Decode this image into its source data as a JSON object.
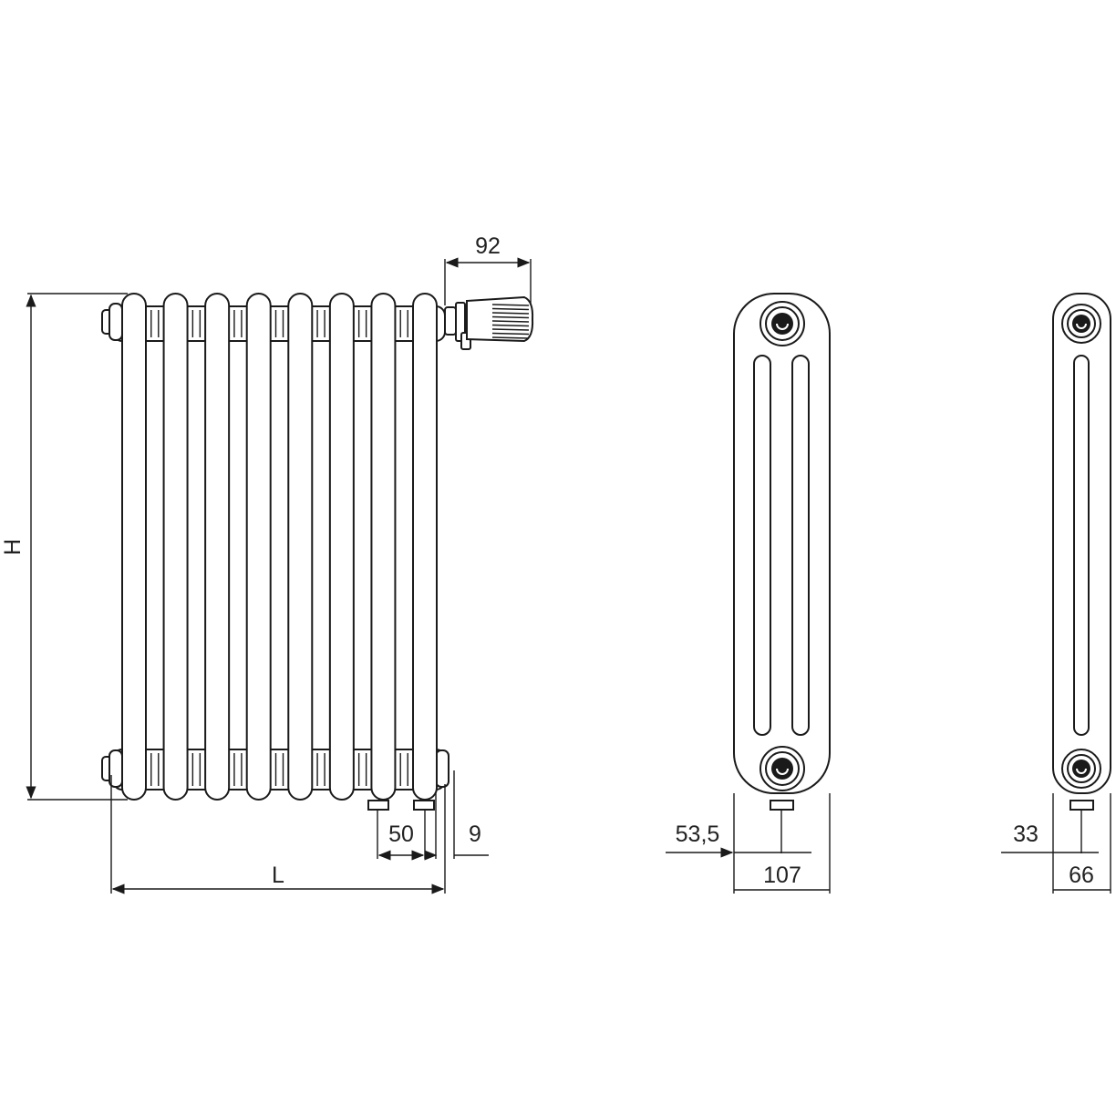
{
  "front_view": {
    "column_count": 8,
    "dim_height": "H",
    "dim_length": "L",
    "dim_valve": "92",
    "dim_pipe_spacing": "50",
    "dim_offset": "9"
  },
  "side_view_3col": {
    "dim_center": "53,5",
    "dim_depth": "107"
  },
  "side_view_1col": {
    "dim_center": "33",
    "dim_depth": "66"
  },
  "colors": {
    "line": "#1a1a1a",
    "background": "#ffffff"
  }
}
